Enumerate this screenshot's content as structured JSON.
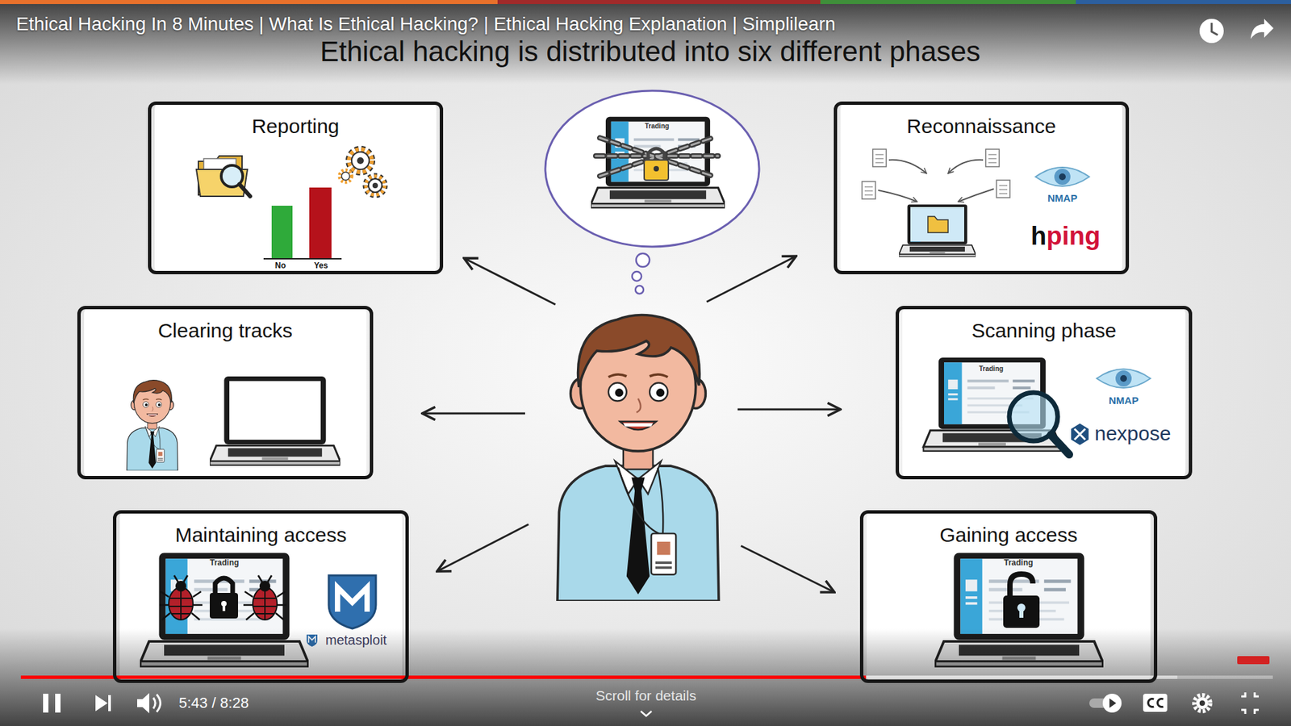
{
  "diagram": {
    "title": "Ethical hacking is distributed into six different phases",
    "nodes": [
      {
        "text": [
          "Reporting"
        ]
      },
      {
        "text": [
          "Reconnaissance"
        ]
      },
      {
        "text": [
          "Clearing tracks"
        ]
      },
      {
        "text": [
          "Scanning phase"
        ]
      },
      {
        "text": [
          "Maintaining access"
        ]
      },
      {
        "text": [
          "Gaining access"
        ]
      }
    ],
    "labels": [
      "Ethical Hacking In 8 Minutes | What Is Ethical Hacking? | Ethical Hacking Explanation | Simplilearn",
      "No",
      "Yes",
      "NMAP",
      "hping",
      "NMAP",
      "nexpose",
      "metasploit",
      "Trading",
      "Trading",
      "Trading",
      "Trading",
      "5:43 / 8:28",
      "Scroll for details"
    ]
  }
}
